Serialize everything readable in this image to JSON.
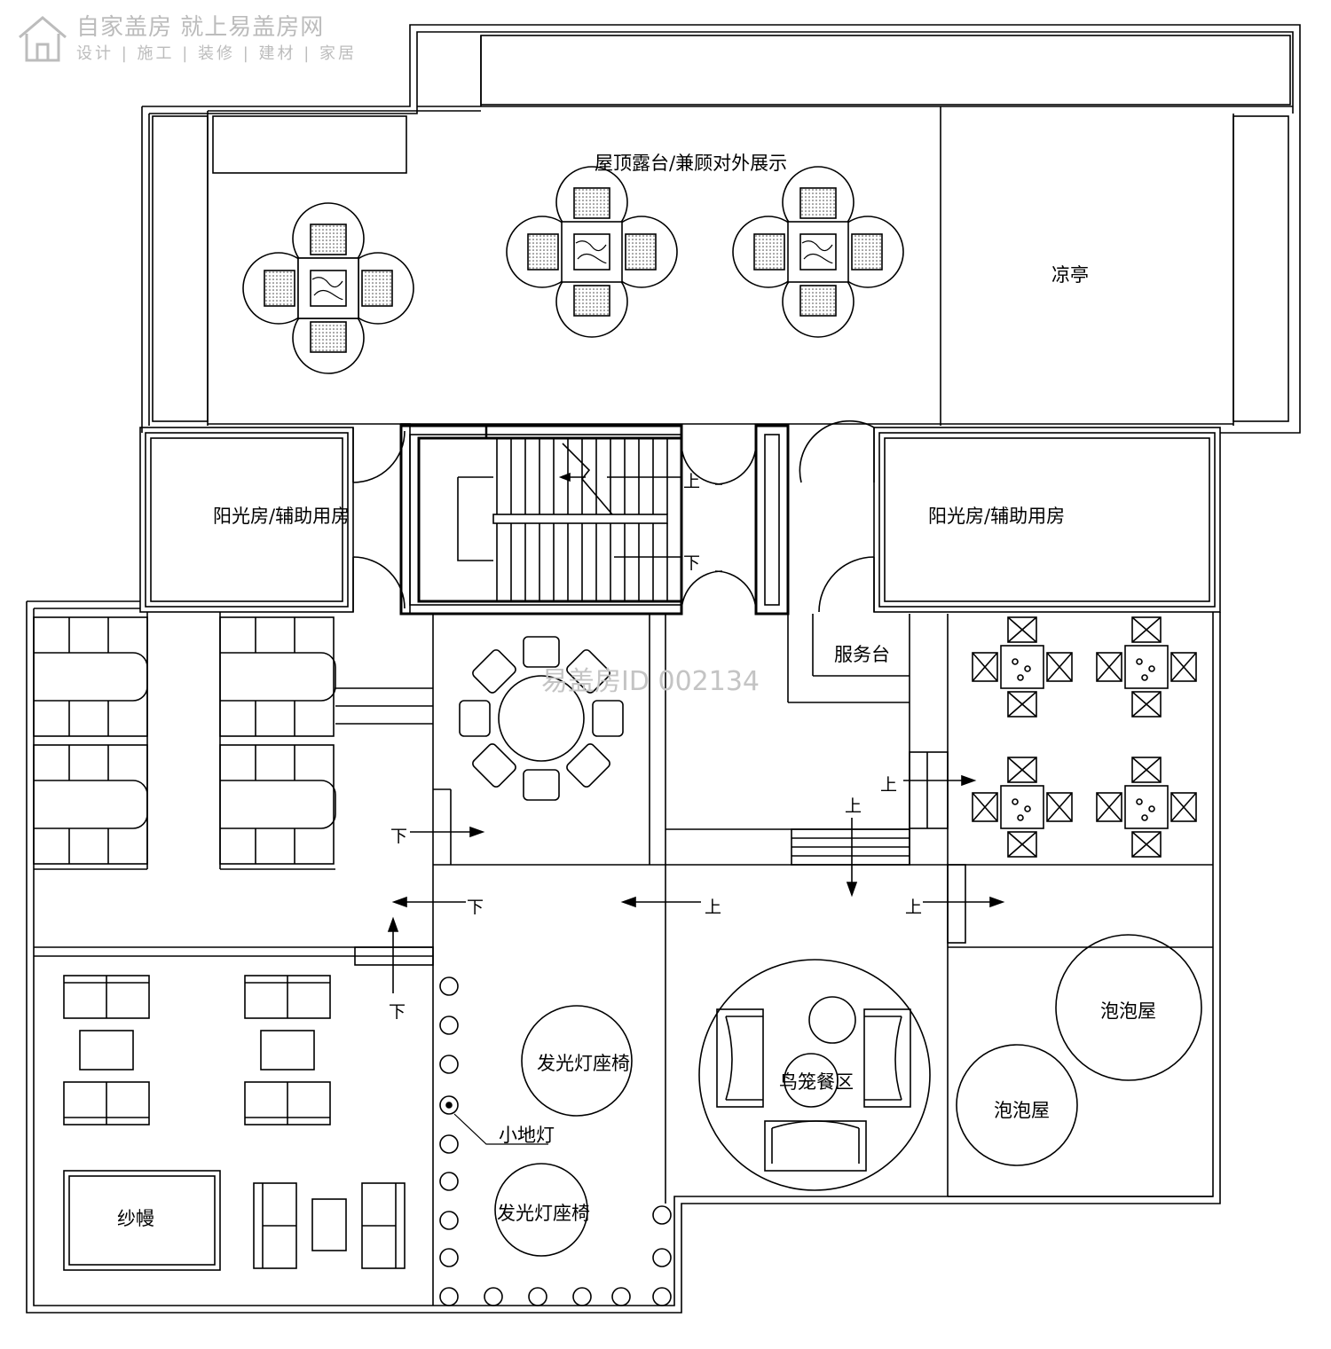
{
  "watermark": {
    "brand_main": "自家盖房 就上易盖房网",
    "brand_sub": "设计 | 施工 | 装修 | 建材 | 家居",
    "drawing_id": "易盖房ID 002134"
  },
  "rooms": {
    "rooftop_terrace": "屋顶露台/兼顾对外展示",
    "pavilion": "凉亭",
    "sunroom_left": "阳光房/辅助用房",
    "sunroom_right": "阳光房/辅助用房",
    "service_counter": "服务台",
    "birdcage_dining": "鸟笼餐区",
    "bubble_house_1": "泡泡屋",
    "bubble_house_2": "泡泡屋",
    "glow_seat_1": "发光灯座椅",
    "glow_seat_2": "发光灯座椅",
    "floor_light": "小地灯",
    "gauze_curtain": "纱幔"
  },
  "stair_marks": {
    "up": "上",
    "down": "下"
  }
}
